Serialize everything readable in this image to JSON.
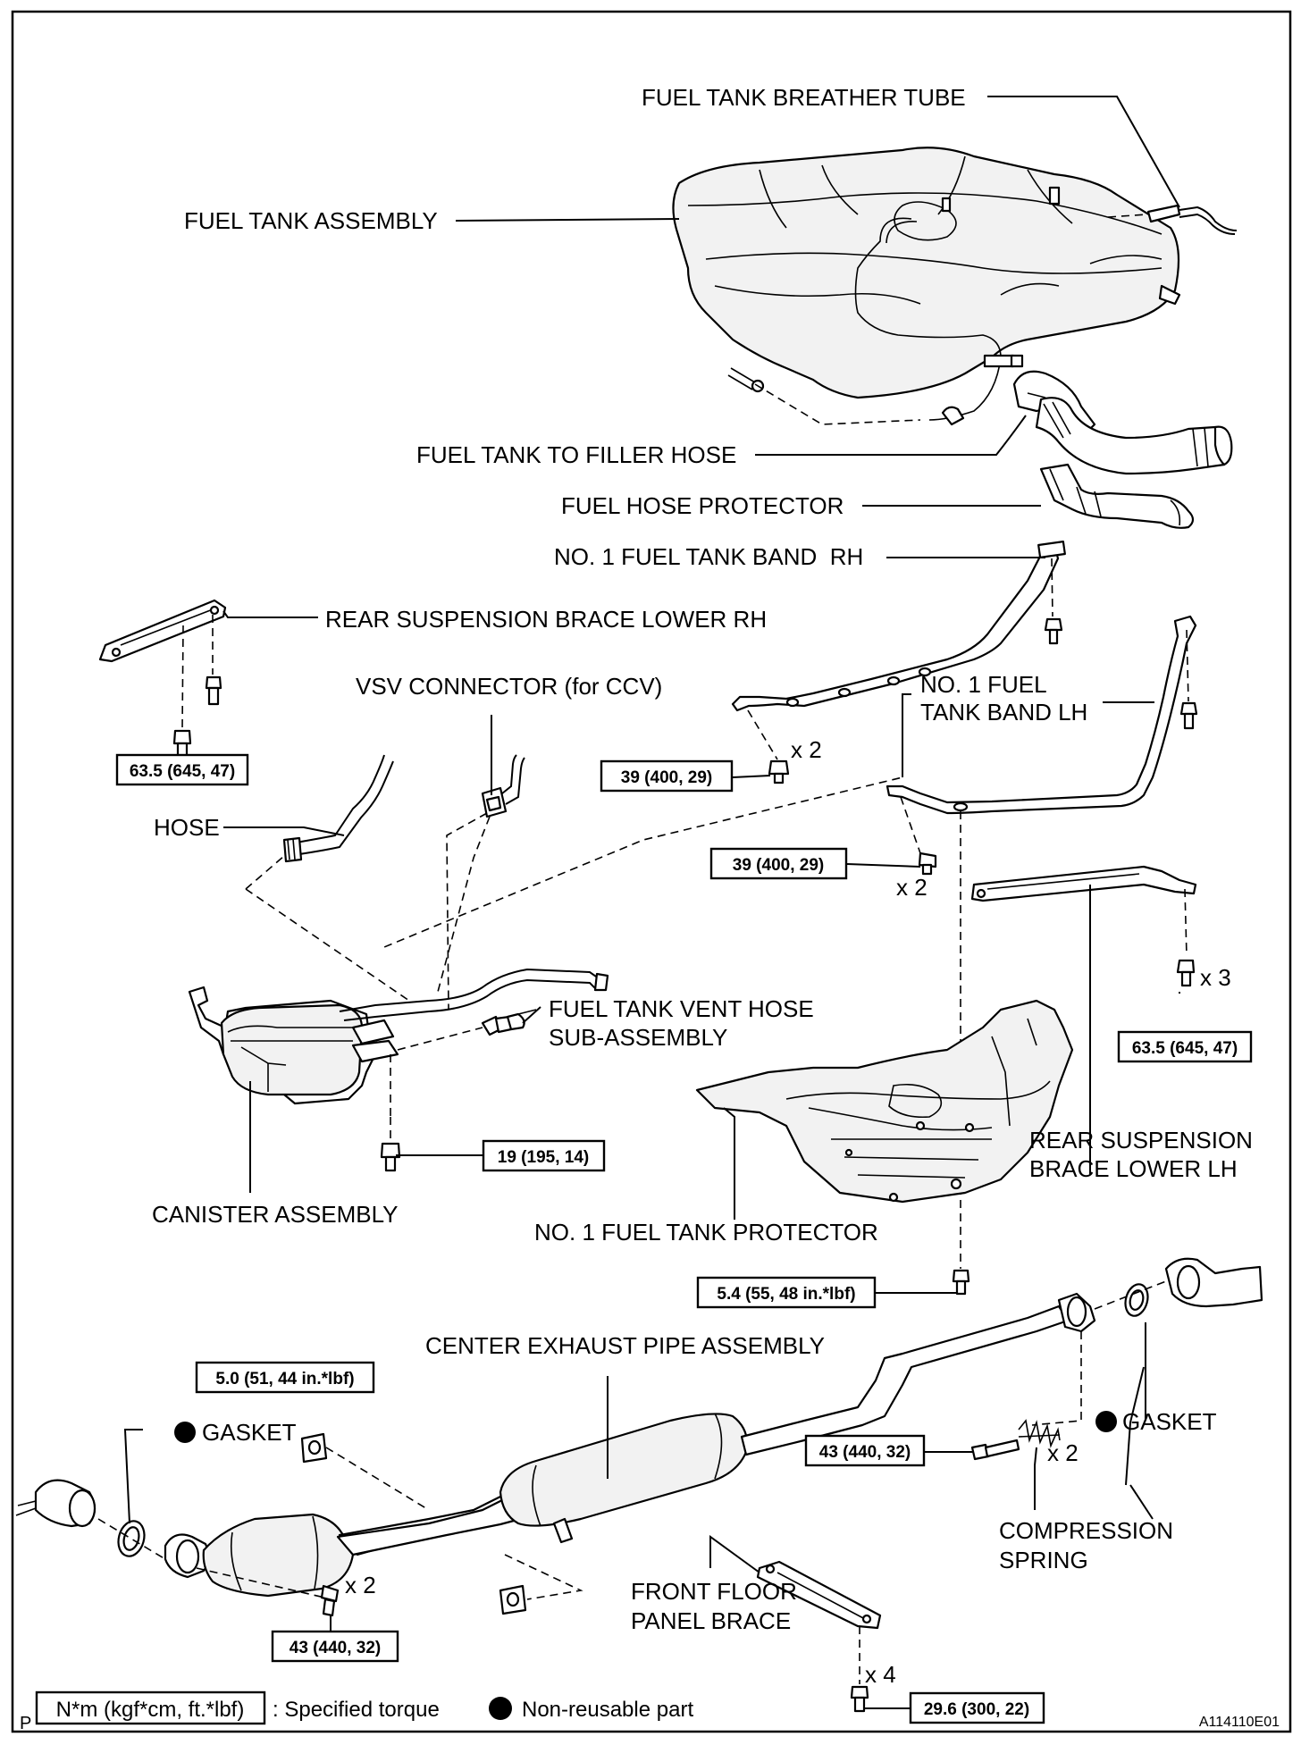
{
  "labels": {
    "breather_tube": "FUEL TANK BREATHER TUBE",
    "tank_assembly": "FUEL TANK ASSEMBLY",
    "filler_hose": "FUEL TANK TO FILLER HOSE",
    "hose_protector": "FUEL HOSE PROTECTOR",
    "band_rh": "NO. 1 FUEL TANK BAND  RH",
    "brace_lower_rh": "REAR SUSPENSION BRACE LOWER RH",
    "vsv_connector": "VSV CONNECTOR (for CCV)",
    "band_lh_1": "NO. 1 FUEL",
    "band_lh_2": "TANK BAND LH",
    "hose": "HOSE",
    "vent_hose_1": "FUEL TANK VENT HOSE",
    "vent_hose_2": "SUB-ASSEMBLY",
    "brace_lower_lh_1": "REAR SUSPENSION",
    "brace_lower_lh_2": "BRACE LOWER LH",
    "canister": "CANISTER ASSEMBLY",
    "tank_protector": "NO. 1 FUEL TANK PROTECTOR",
    "exhaust_pipe": "CENTER EXHAUST PIPE ASSEMBLY",
    "gasket_left": "GASKET",
    "gasket_right": "GASKET",
    "compression_1": "COMPRESSION",
    "compression_2": "SPRING",
    "floor_brace_1": "FRONT FLOOR",
    "floor_brace_2": "PANEL BRACE"
  },
  "torques": {
    "t_brace_rh": "63.5 (645, 47)",
    "t_band_rh": "39 (400, 29)",
    "t_band_lh": "39 (400, 29)",
    "t_brace_lh": "63.5 (645, 47)",
    "t_canister": "19 (195, 14)",
    "t_protector": "5.4 (55, 48 in.*lbf)",
    "t_exhaust_clamp": "5.0 (51, 44 in.*lbf)",
    "t_spring_bolt": "43 (440, 32)",
    "t_front_flange": "43 (440, 32)",
    "t_floor_brace": "29.6 (300, 22)"
  },
  "multipliers": {
    "m_band_rh": "x 2",
    "m_band_lh": "x 2",
    "m_brace_lh": "x 3",
    "m_spring": "x 2",
    "m_front_flange": "x 2",
    "m_floor_brace": "x 4"
  },
  "legend": {
    "corner_letter": "P",
    "torque_unit": "N*m (kgf*cm, ft.*lbf)",
    "torque_text": ": Specified torque",
    "nonreusable_text": "Non-reusable part"
  },
  "figure_id": "A114110E01"
}
